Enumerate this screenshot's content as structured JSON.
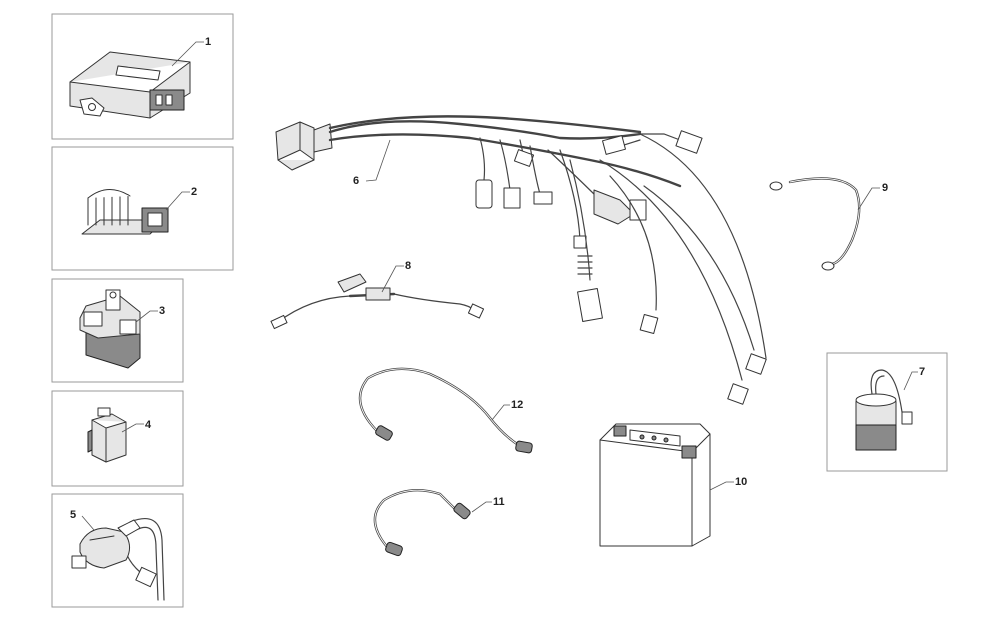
{
  "callouts": {
    "p1": "1",
    "p2": "2",
    "p3": "3",
    "p4": "4",
    "p5": "5",
    "p6": "6",
    "p7": "7",
    "p8": "8",
    "p9": "9",
    "p10": "10",
    "p11": "11",
    "p12": "12"
  },
  "colors": {
    "line": "#333333",
    "frame": "#9a9a9a",
    "shade": "#8a8a8a",
    "background": "#ffffff"
  }
}
